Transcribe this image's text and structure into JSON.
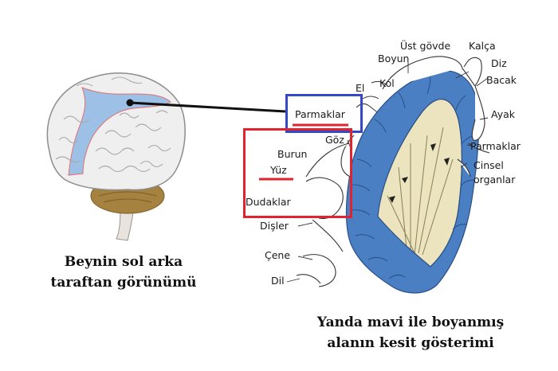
{
  "labels": {
    "ust_govde": "Üst gövde",
    "kalca": "Kalça",
    "boyun": "Boyun",
    "diz": "Diz",
    "bacak": "Bacak",
    "kol": "Kol",
    "el": "El",
    "parmaklar_left": "Parmaklar",
    "ayak": "Ayak",
    "goz": "Göz",
    "burun": "Burun",
    "parmaklar_right": "Parmaklar",
    "yuz": "Yüz",
    "cinsel_1": "Cinsel",
    "cinsel_2": "organlar",
    "dudaklar": "Dudaklar",
    "disler": "Dişler",
    "cene": "Çene",
    "dil": "Dil"
  },
  "captions": {
    "left_line1": "Beynin sol arka",
    "left_line2": "taraftan görünümü",
    "right_line1": "Yanda mavi ile boyanmış",
    "right_line2": "alanın kesit gösterimi"
  },
  "colors": {
    "cortex_blue": "#4a7fc4",
    "highlight_blue": "#3548c9",
    "highlight_red": "#e0232e",
    "white_matter": "#ece4bf"
  }
}
